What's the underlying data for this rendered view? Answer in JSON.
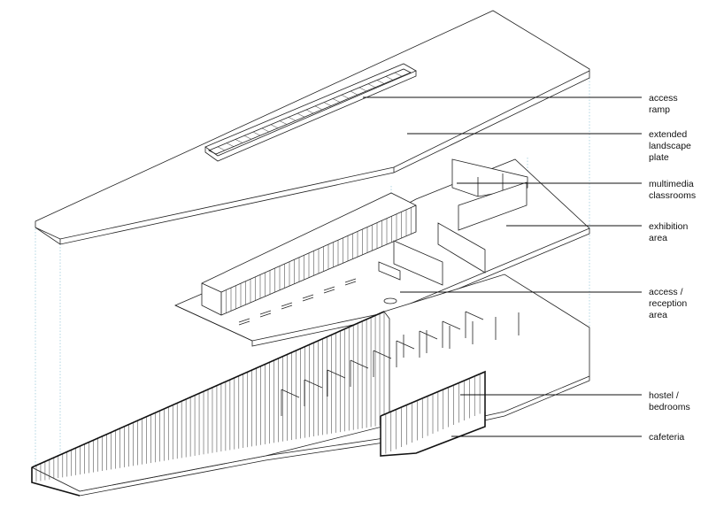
{
  "labels": [
    {
      "id": "access-ramp",
      "lines": [
        "access",
        "ramp"
      ]
    },
    {
      "id": "extended-landscape-plate",
      "lines": [
        "extended",
        "landscape",
        "plate"
      ]
    },
    {
      "id": "multimedia-classrooms",
      "lines": [
        "multimedia",
        "classrooms"
      ]
    },
    {
      "id": "exhibition-area",
      "lines": [
        "exhibition",
        "area"
      ]
    },
    {
      "id": "access-reception-area",
      "lines": [
        "access /",
        "reception",
        "area"
      ]
    },
    {
      "id": "hostel-bedrooms",
      "lines": [
        "hostel /",
        "bedrooms"
      ]
    },
    {
      "id": "cafeteria",
      "lines": [
        "cafeteria"
      ]
    }
  ]
}
